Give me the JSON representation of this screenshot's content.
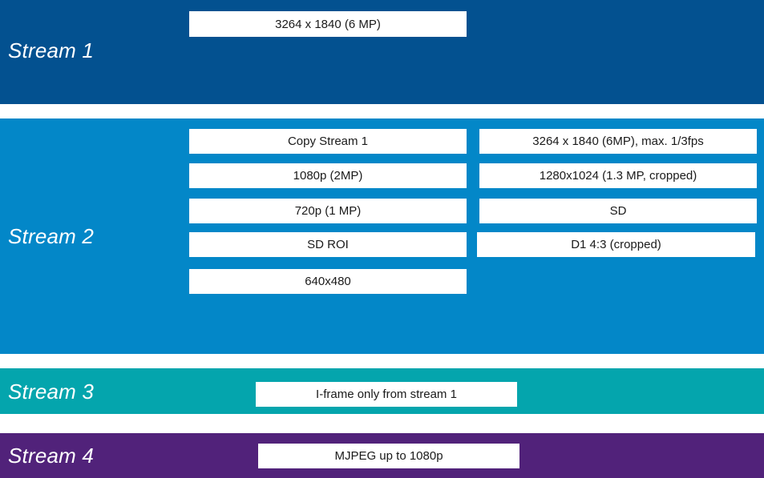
{
  "stream1": {
    "title": "Stream 1",
    "color": "#035190",
    "options": [
      "3264 x 1840 (6 MP)"
    ]
  },
  "stream2": {
    "title": "Stream 2",
    "color": "#0387c8",
    "options": [
      "Copy Stream 1",
      "3264 x 1840 (6MP), max. 1/3fps",
      "1080p (2MP)",
      "1280x1024 (1.3 MP, cropped)",
      "720p (1 MP)",
      "SD",
      "SD ROI",
      "D1 4:3 (cropped)",
      "640x480"
    ]
  },
  "stream3": {
    "title": "Stream 3",
    "color": "#04a5ad",
    "options": [
      "I-frame only from stream 1"
    ]
  },
  "stream4": {
    "title": "Stream 4",
    "color": "#51227a",
    "options": [
      "MJPEG up to 1080p"
    ]
  }
}
